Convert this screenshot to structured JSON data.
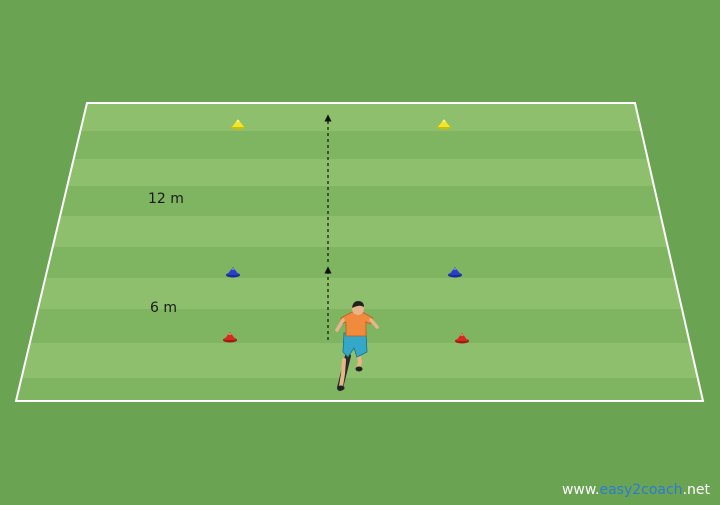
{
  "labels": {
    "distance_far": "12 m",
    "distance_near": "6 m"
  },
  "watermark": {
    "prefix": "www.",
    "brand": "easy2coach",
    "suffix": ".net"
  },
  "colors": {
    "grass": "#6aa352",
    "field_light": "#8dbf6d",
    "field_dark": "#7fb461",
    "lines": "#ffffff",
    "cone_yellow": "#f2e62a",
    "cone_blue": "#2a3fc9",
    "cone_red": "#d42a20",
    "player_shirt": "#f08a3c",
    "player_shorts": "#35a8c9",
    "watermark_accent": "#2b7bd6"
  },
  "icons": {
    "cones": [
      "yellow-cone-icon",
      "blue-cone-icon",
      "red-cone-icon"
    ],
    "player": "running-player-icon",
    "run_arrows": "arrow-up-icon"
  }
}
